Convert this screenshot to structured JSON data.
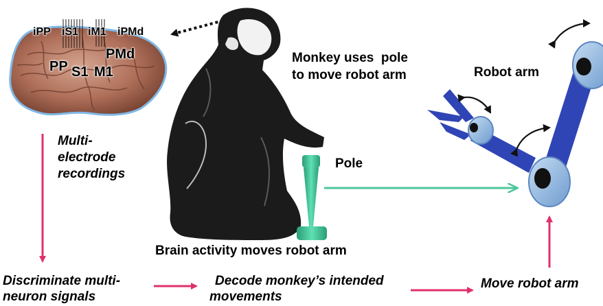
{
  "brain": {
    "top_labels": [
      "iPP",
      "iS1",
      "iM1",
      "iPMd"
    ],
    "inner_labels": {
      "pmd": "PMd",
      "pp": "PP",
      "s1": "S1",
      "m1": "M1"
    }
  },
  "labels": {
    "recordings": [
      "Multi-",
      "electrode",
      "recordings"
    ],
    "monkey_uses": [
      "Monkey uses  pole",
      "to move robot arm"
    ],
    "robot_arm": "Robot arm",
    "pole": "Pole",
    "brain_activity": "Brain activity moves robot arm",
    "discriminate": [
      "Discriminate multi-",
      "neuron signals"
    ],
    "decode": [
      "Decode monkey’s intended",
      "movements"
    ],
    "move_robot": "Move robot arm"
  },
  "colors": {
    "flow_arrow": "#e0306a",
    "pole": "#3cc89a",
    "pole_arrow": "#4bc79a",
    "robot_dark": "#3045b5",
    "robot_light": "#8ab3df",
    "brain": "#b0705a",
    "brain_outline": "#7fb8e6"
  }
}
